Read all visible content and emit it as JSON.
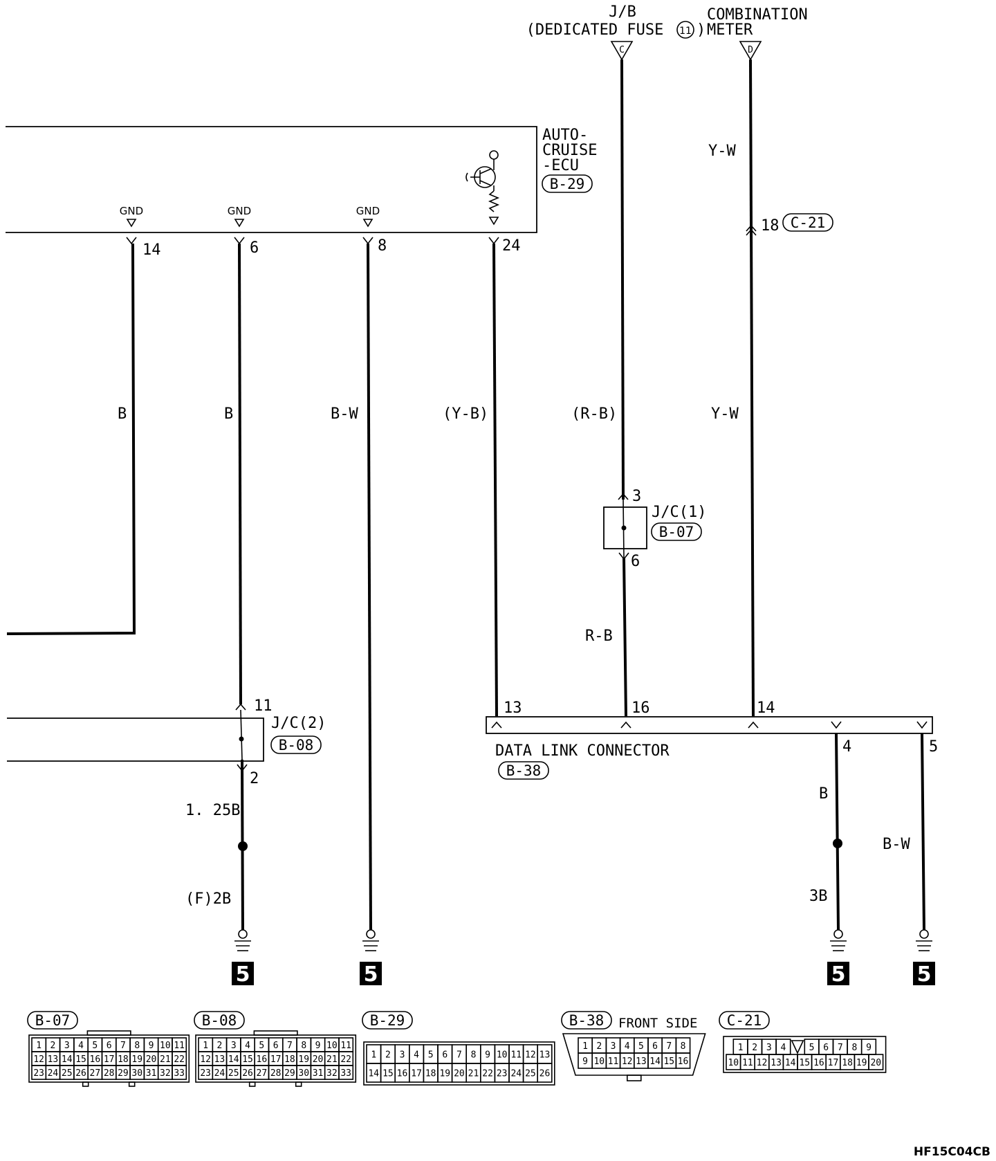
{
  "top_sources": {
    "jb": {
      "line1": "J/B",
      "line2": "(DEDICATED FUSE",
      "fuse_number": "11",
      "terminal": "C"
    },
    "meter": {
      "line1": "COMBINATION",
      "line2": "METER",
      "terminal": "D"
    }
  },
  "ecu": {
    "line1": "AUTO-",
    "line2": "CRUISE",
    "line3": "-ECU",
    "connector": "B-29",
    "gnd_label": "GND"
  },
  "ecu_pins": [
    "14",
    "6",
    "8",
    "24"
  ],
  "wire_colors": {
    "w1": "B",
    "w2": "B",
    "w3": "B-W",
    "w4": "(Y-B)",
    "w5": "(R-B)",
    "w6": "Y-W",
    "w6_top": "Y-W",
    "w5_lower": "R-B",
    "w2_lower_a": "1. 25B",
    "w2_lower_b": "(F)2B",
    "d4": "B",
    "d4_lower": "3B",
    "d5": "B-W"
  },
  "c21_pin": {
    "pin": "18",
    "connector": "C-21"
  },
  "jc1": {
    "label": "J/C(1)",
    "connector": "B-07",
    "pin_in": "3",
    "pin_out": "6"
  },
  "jc2": {
    "label": "J/C(2)",
    "connector": "B-08",
    "pin_in": "11",
    "pin_out": "2"
  },
  "dlc": {
    "label": "DATA LINK CONNECTOR",
    "connector": "B-38",
    "pins": [
      "13",
      "16",
      "14",
      "4",
      "5"
    ]
  },
  "ground_number": "5",
  "connector_views": [
    {
      "id": "B-07",
      "rows": [
        [
          "1",
          "2",
          "3",
          "4",
          "5",
          "6",
          "7",
          "8",
          "9",
          "10",
          "11"
        ],
        [
          "12",
          "13",
          "14",
          "15",
          "16",
          "17",
          "18",
          "19",
          "20",
          "21",
          "22"
        ],
        [
          "23",
          "24",
          "25",
          "26",
          "27",
          "28",
          "29",
          "30",
          "31",
          "32",
          "33"
        ]
      ]
    },
    {
      "id": "B-08",
      "rows": [
        [
          "1",
          "2",
          "3",
          "4",
          "5",
          "6",
          "7",
          "8",
          "9",
          "10",
          "11"
        ],
        [
          "12",
          "13",
          "14",
          "15",
          "16",
          "17",
          "18",
          "19",
          "20",
          "21",
          "22"
        ],
        [
          "23",
          "24",
          "25",
          "26",
          "27",
          "28",
          "29",
          "30",
          "31",
          "32",
          "33"
        ]
      ]
    },
    {
      "id": "B-29",
      "rows": [
        [
          "1",
          "2",
          "3",
          "4",
          "5",
          "6",
          "7",
          "8",
          "9",
          "10",
          "11",
          "12",
          "13"
        ],
        [
          "14",
          "15",
          "16",
          "17",
          "18",
          "19",
          "20",
          "21",
          "22",
          "23",
          "24",
          "25",
          "26"
        ]
      ]
    },
    {
      "id": "B-38",
      "note": "FRONT SIDE",
      "rows": [
        [
          "1",
          "2",
          "3",
          "4",
          "5",
          "6",
          "7",
          "8"
        ],
        [
          "9",
          "10",
          "11",
          "12",
          "13",
          "14",
          "15",
          "16"
        ]
      ]
    },
    {
      "id": "C-21",
      "rows": [
        [
          "1",
          "2",
          "3",
          "4",
          "",
          "5",
          "6",
          "7",
          "8",
          "9"
        ],
        [
          "10",
          "11",
          "12",
          "13",
          "14",
          "15",
          "16",
          "17",
          "18",
          "19",
          "20"
        ]
      ]
    }
  ],
  "figure_code": "HF15C04CB"
}
